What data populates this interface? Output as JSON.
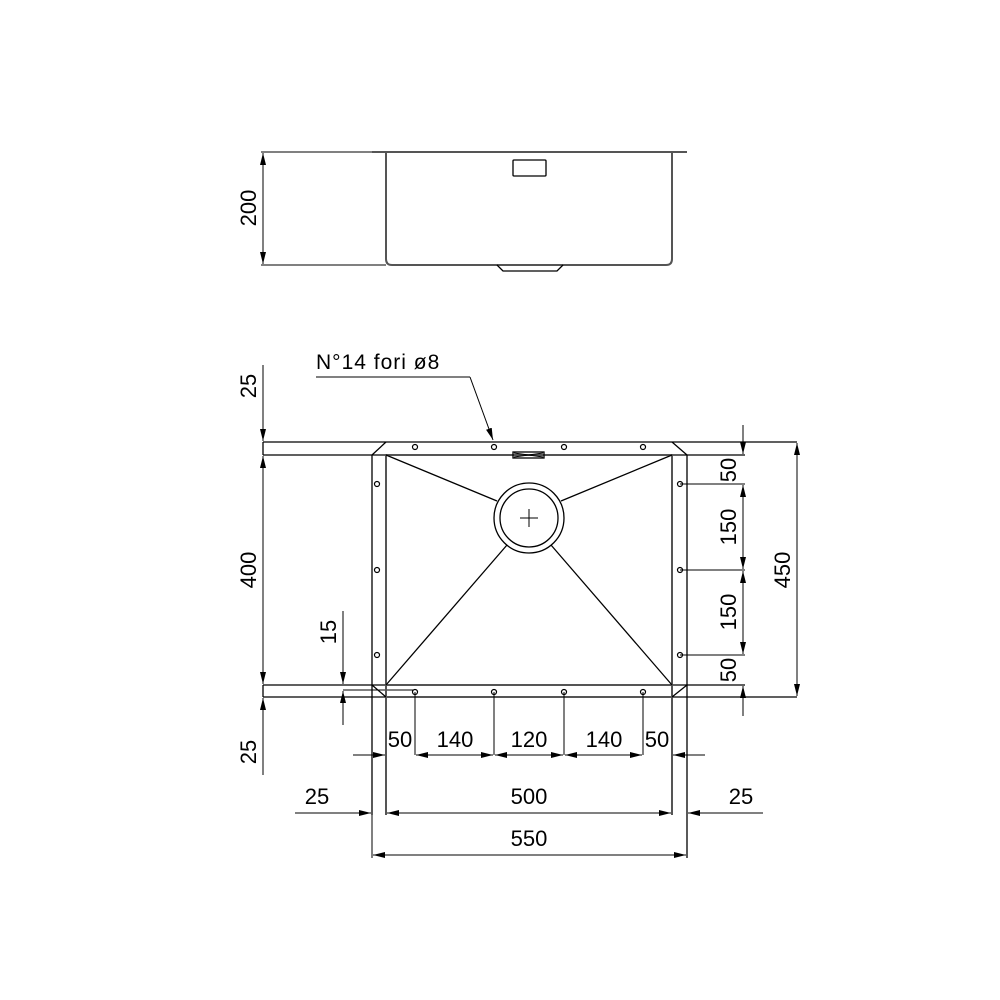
{
  "drawing": {
    "type": "technical drawing - undermount sink",
    "units": "mm",
    "line_color": "#000000",
    "background": "#ffffff"
  },
  "side_view": {
    "height_dim": "200"
  },
  "plan_view": {
    "note": "N°14 fori ø8",
    "left_dims": {
      "top_flange": "25",
      "bowl_depth": "400",
      "bottom_offset": "15",
      "bottom_flange": "25"
    },
    "right_dims": {
      "seg1": "50",
      "seg2": "150",
      "seg3": "150",
      "seg4": "50",
      "overall": "450"
    },
    "bottom_hole_dims": [
      "50",
      "140",
      "120",
      "140",
      "50"
    ],
    "width_dims": {
      "left_flange": "25",
      "bowl_width": "500",
      "right_flange": "25",
      "overall": "550"
    }
  }
}
